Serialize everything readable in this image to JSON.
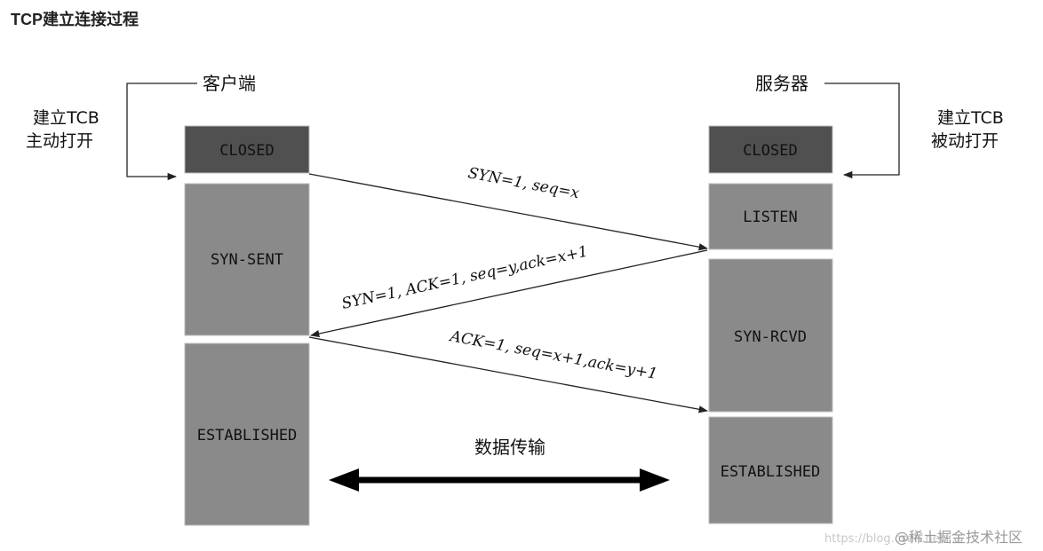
{
  "page": {
    "title": "TCP建立连接过程"
  },
  "diagram": {
    "client": {
      "title": "客户端",
      "note_line1": "建立TCB",
      "note_line2": "主动打开",
      "states": [
        "CLOSED",
        "SYN-SENT",
        "ESTABLISHED"
      ]
    },
    "server": {
      "title": "服务器",
      "note_line1": "建立TCB",
      "note_line2": "被动打开",
      "states": [
        "CLOSED",
        "LISTEN",
        "SYN-RCVD",
        "ESTABLISHED"
      ]
    },
    "messages": [
      "SYN=1, seq=x",
      "SYN=1, ACK=1, seq=y,ack=x+1",
      "ACK=1, seq=x+1,ack=y+1"
    ],
    "data_transfer": "数据传输"
  },
  "watermark": {
    "url": "https://blog.csdn.net/...",
    "brand": "@稀土掘金技术社区"
  },
  "colors": {
    "closed_fill": "#505050",
    "state_fill": "#8a8a8a",
    "border": "#bdbdbd",
    "line": "#222222"
  }
}
